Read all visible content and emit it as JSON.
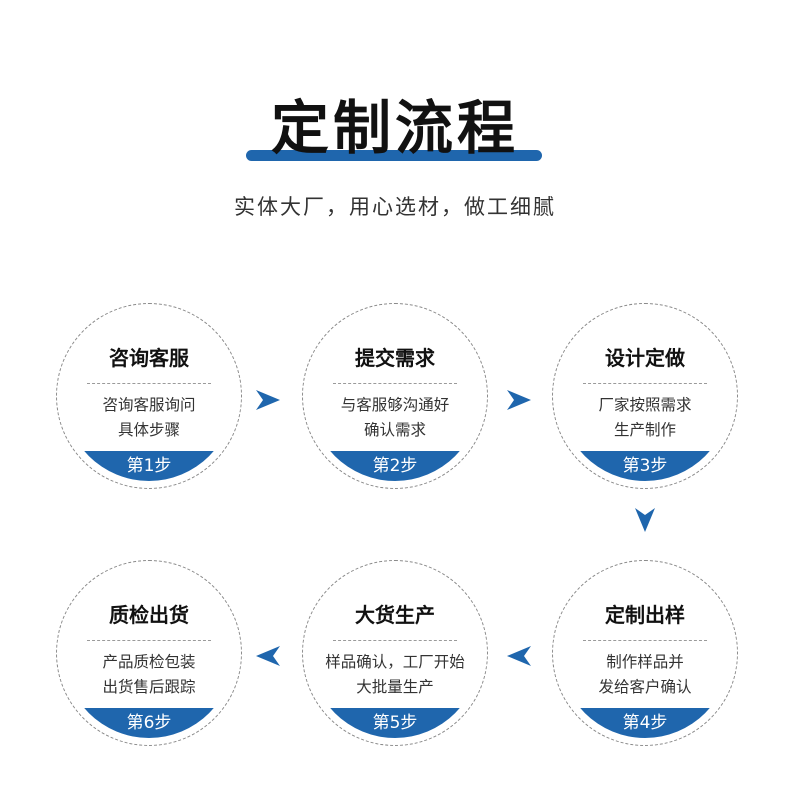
{
  "header": {
    "title": "定制流程",
    "subtitle": "实体大厂，用心选材，做工细腻"
  },
  "steps": [
    {
      "title": "咨询客服",
      "desc": [
        "咨询客服询问",
        "具体步骤"
      ],
      "label": "第1步"
    },
    {
      "title": "提交需求",
      "desc": [
        "与客服够沟通好",
        "确认需求"
      ],
      "label": "第2步"
    },
    {
      "title": "设计定做",
      "desc": [
        "厂家按照需求",
        "生产制作"
      ],
      "label": "第3步"
    },
    {
      "title": "定制出样",
      "desc": [
        "制作样品并",
        "发给客户确认"
      ],
      "label": "第4步"
    },
    {
      "title": "大货生产",
      "desc": [
        "样品确认，工厂开始",
        "大批量生产"
      ],
      "label": "第5步"
    },
    {
      "title": "质检出货",
      "desc": [
        "产品质检包装",
        "出货售后跟踪"
      ],
      "label": "第6步"
    }
  ],
  "colors": {
    "accent": "#1f66ad",
    "circle_border": "#8a8a8a",
    "text": "#222222"
  },
  "icons": {
    "arrow": "triangle-arrow-icon"
  }
}
